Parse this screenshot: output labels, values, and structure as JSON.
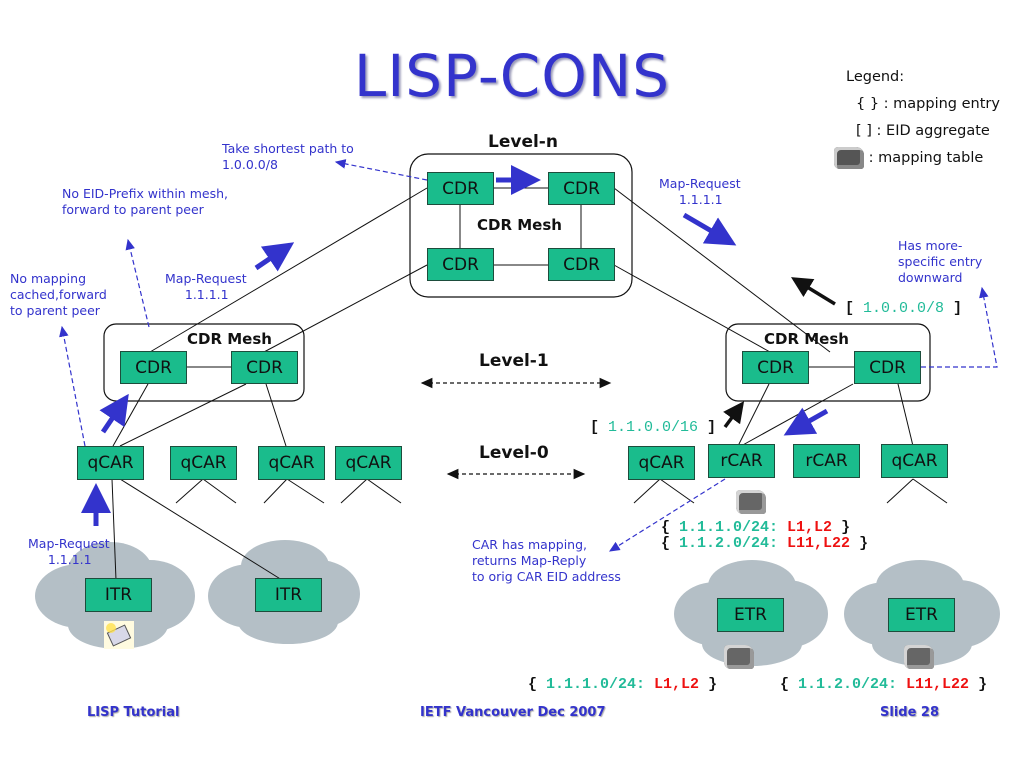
{
  "title": "LISP-CONS",
  "legend": {
    "heading": "Legend:",
    "items": [
      {
        "symbol": "{ }",
        "text": ": mapping entry"
      },
      {
        "symbol": "[ ]",
        "text": ": EID aggregate"
      },
      {
        "symbol": "newspaper-icon",
        "text": ": mapping table"
      }
    ]
  },
  "levels": {
    "top": "Level-n",
    "middle": "Level-1",
    "bottom": "Level-0"
  },
  "meshes": {
    "top_label": "CDR Mesh",
    "left_label": "CDR Mesh",
    "right_label": "CDR Mesh"
  },
  "nodes": {
    "top_cdr": [
      "CDR",
      "CDR",
      "CDR",
      "CDR"
    ],
    "left_cdr": [
      "CDR",
      "CDR"
    ],
    "right_cdr": [
      "CDR",
      "CDR"
    ],
    "left_cars": [
      "qCAR",
      "qCAR",
      "qCAR",
      "qCAR"
    ],
    "right_cars": [
      "qCAR",
      "rCAR",
      "rCAR",
      "qCAR"
    ],
    "itrs": [
      "ITR",
      "ITR"
    ],
    "etrs": [
      "ETR",
      "ETR"
    ]
  },
  "notes": {
    "shortest_path": "Take shortest path to\n1.0.0.0/8",
    "no_eid_prefix": "No EID-Prefix within mesh,\nforward to parent peer",
    "no_mapping": "No mapping\ncached,forward\nto parent peer",
    "map_request_mid_left": "Map-Request\n     1.1.1.1",
    "map_request_right": "Map-Request\n     1.1.1.1",
    "map_request_bottom": "Map-Request\n     1.1.1.1",
    "more_specific": "Has more-\nspecific entry\ndownward",
    "car_has_mapping": "CAR has mapping,\nreturns Map-Reply\nto orig CAR EID address"
  },
  "aggregates": {
    "level1": {
      "open": "[ ",
      "prefix": "1.0.0.0/8",
      "close": " ]"
    },
    "level0": {
      "open": "[ ",
      "prefix": "1.1.0.0/16",
      "close": " ]"
    }
  },
  "mappings": {
    "rcar": [
      {
        "open": "{ ",
        "prefix": "1.1.1.0/24: ",
        "locators": "L1,L2",
        "close": " }"
      },
      {
        "open": "{ ",
        "prefix": "1.1.2.0/24: ",
        "locators": "L11,L22",
        "close": " }"
      }
    ],
    "etr_left": {
      "open": "{ ",
      "prefix": "1.1.1.0/24: ",
      "locators": "L1,L2",
      "close": " }"
    },
    "etr_right": {
      "open": "{ ",
      "prefix": "1.1.2.0/24: ",
      "locators": "L11,L22",
      "close": " }"
    }
  },
  "footer": {
    "left": "LISP Tutorial",
    "center": "IETF Vancouver Dec 2007",
    "right": "Slide 28"
  },
  "colors": {
    "node_fill": "#1abc8c",
    "annotation_blue": "#3333cc",
    "prefix_green": "#22bb99",
    "locator_red": "#ee1111",
    "cloud_gray": "#b4bfc6"
  }
}
